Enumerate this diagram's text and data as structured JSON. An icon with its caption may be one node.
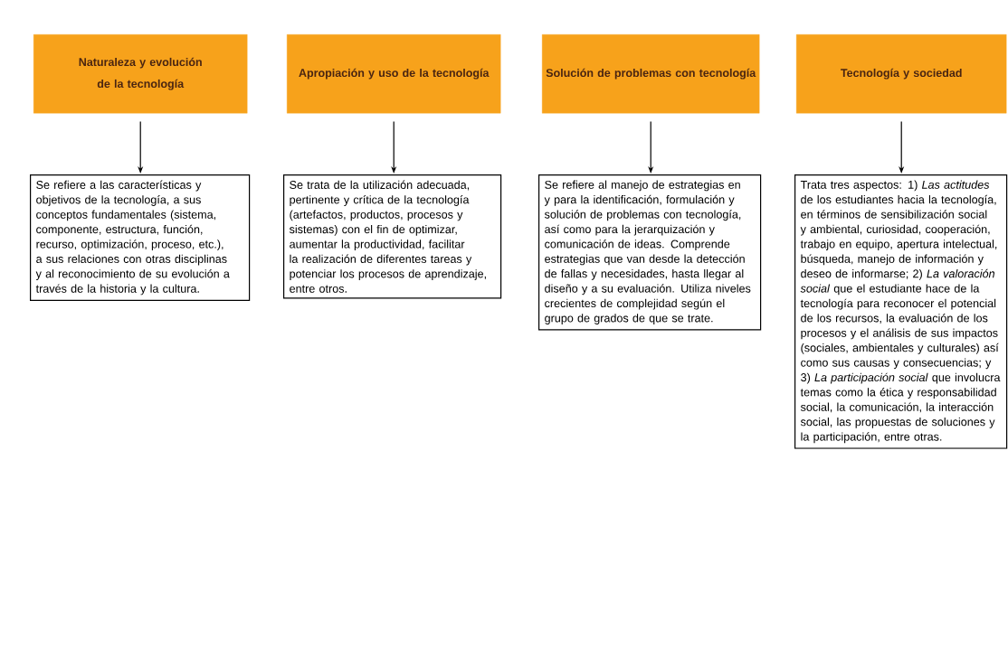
{
  "diagram": {
    "nodes": [
      {
        "text": [
          "Naturaleza y evolución de la tecnología"
        ]
      },
      {
        "text": [
          "Apropiación y uso de la tecnología"
        ]
      },
      {
        "text": [
          "Solución de problemas con tecnología"
        ]
      },
      {
        "text": [
          "Tecnología y sociedad"
        ]
      },
      {
        "text": [
          "Se refiere a las características y objetivos de la tecnología, a sus conceptos fundamentales (sistema, componente, estructura, función, recurso, optimización, proceso, etc.), a sus relaciones con otras disciplinas y al reconocimiento de su evolución a través de la historia y la cultura."
        ]
      },
      {
        "text": [
          "Se trata de la utilización adecuada, pertinente y crítica de la tecnología (artefactos, productos, procesos y sistemas) con el fin de optimizar, aumentar la productividad, facilitar la realización de diferentes tareas y potenciar los procesos de aprendizaje, entre otros."
        ]
      },
      {
        "text": [
          "Se refiere al manejo de estrategias en y para la identificación, formulación y solución de problemas con tecnología, así como para la jerarquización y comunicación de ideas. Comprende estrategias que van desde la detección de fallas y necesidades, hasta llegar al diseño y a su evaluación. Utiliza niveles crecientes de complejidad según el grupo de grados de que se trate."
        ]
      },
      {
        "text": [
          "Trata tres aspectos: 1) *Las actitudes* de los estudiantes hacia la tecnología, en términos de sensibilización social y ambiental, curiosidad, cooperación, trabajo en equipo, apertura intelectual, búsqueda, manejo de información y deseo de informarse; 2) *La valoración social* que el estudiante hace de la tecnología para reconocer el potencial de los recursos, la evaluación de los procesos y el análisis de sus impactos (sociales, ambientales y culturales) así como sus causas y consecuencias; y 3) *La participación social* que involucra temas como la ética y responsabilidad social, la comunicación, la interacción social, las propuestas de soluciones y la participación, entre otras."
        ]
      }
    ],
    "edges": [
      {
        "from": 0,
        "to": 4,
        "arrow": "to"
      },
      {
        "from": 1,
        "to": 5,
        "arrow": "to"
      },
      {
        "from": 2,
        "to": 6,
        "arrow": "to"
      },
      {
        "from": 3,
        "to": 7,
        "arrow": "to"
      }
    ]
  }
}
